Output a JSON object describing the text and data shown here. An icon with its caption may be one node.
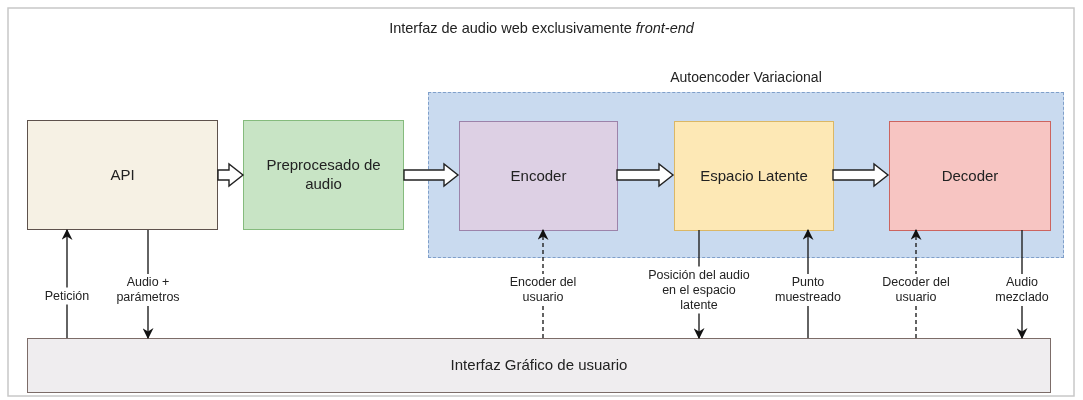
{
  "diagram": {
    "title": "Interfaz de audio web exclusivamente *front-end*",
    "nodes": [
      {
        "text": [
          "API"
        ]
      },
      {
        "text": [
          "Preprocesado de audio"
        ]
      },
      {
        "text": [
          "Autoencoder Variacional"
        ]
      },
      {
        "text": [
          "Encoder"
        ],
        "in": 2
      },
      {
        "text": [
          "Espacio Latente"
        ],
        "in": 2
      },
      {
        "text": [
          "Decoder"
        ],
        "in": 2
      },
      {
        "text": [
          "Interfaz Gráfico de usuario"
        ]
      }
    ],
    "edges": [
      {
        "from": 0,
        "to": 1,
        "arrow": "to",
        "style": "thick"
      },
      {
        "from": 1,
        "to": 3,
        "arrow": "to",
        "style": "thick"
      },
      {
        "from": 3,
        "to": 4,
        "arrow": "to",
        "style": "thick"
      },
      {
        "from": 4,
        "to": 5,
        "arrow": "to",
        "style": "thick"
      },
      {
        "from": 6,
        "to": 0,
        "arrow": "to",
        "label": "Petición"
      },
      {
        "from": 0,
        "to": 6,
        "arrow": "to",
        "label": "Audio + parámetros"
      },
      {
        "from": 6,
        "to": 3,
        "arrow": "to",
        "label": "Encoder del usuario",
        "style": "dashed"
      },
      {
        "from": 4,
        "to": 6,
        "arrow": "to",
        "label": "Posición del audio en el espacio latente"
      },
      {
        "from": 6,
        "to": 4,
        "arrow": "to",
        "label": "Punto muestreado"
      },
      {
        "from": 6,
        "to": 5,
        "arrow": "to",
        "label": "Decoder del usuario",
        "style": "dashed"
      },
      {
        "from": 5,
        "to": 6,
        "arrow": "to",
        "label": "Audio mezclado"
      }
    ]
  }
}
